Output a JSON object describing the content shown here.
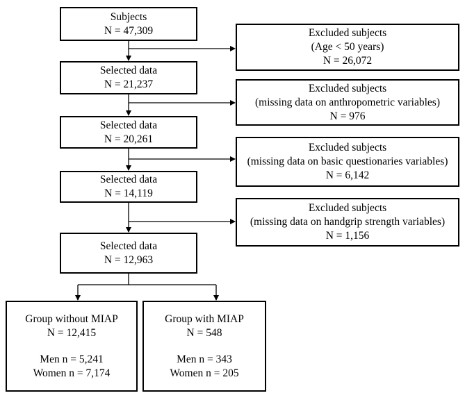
{
  "subjects": {
    "title": "Subjects",
    "count": "N = 47,309"
  },
  "exclusions": [
    {
      "title": "Excluded subjects",
      "reason": "(Age < 50 years)",
      "count": "N = 26,072"
    },
    {
      "title": "Excluded subjects",
      "reason": "(missing data on anthropometric variables)",
      "count": "N = 976"
    },
    {
      "title": "Excluded subjects",
      "reason": "(missing data on basic questionaries variables)",
      "count": "N = 6,142"
    },
    {
      "title": "Excluded subjects",
      "reason": "(missing data on handgrip strength variables)",
      "count": "N = 1,156"
    }
  ],
  "selected": [
    {
      "title": "Selected data",
      "count": "N = 21,237"
    },
    {
      "title": "Selected data",
      "count": "N = 20,261"
    },
    {
      "title": "Selected data",
      "count": "N = 14,119"
    },
    {
      "title": "Selected data",
      "count": "N = 12,963"
    }
  ],
  "groups": [
    {
      "title": "Group without MIAP",
      "count": "N = 12,415",
      "men": "Men n = 5,241",
      "women": "Women n = 7,174"
    },
    {
      "title": "Group with MIAP",
      "count": "N = 548",
      "men": "Men n = 343",
      "women": "Women n = 205"
    }
  ],
  "colors": {
    "line": "#000000",
    "background": "#ffffff"
  }
}
